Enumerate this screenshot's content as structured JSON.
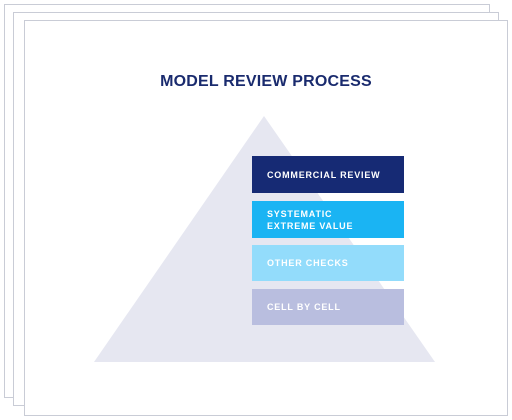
{
  "diagram": {
    "title": "MODEL REVIEW PROCESS",
    "colors": {
      "title": "#1a2b6e",
      "pyramid": "#e6e7f1",
      "sheet_border": "#c9ccd6"
    },
    "layers": [
      {
        "label": "COMMERCIAL REVIEW",
        "color": "#162a74"
      },
      {
        "label": "SYSTEMATIC\nEXTREME VALUE",
        "color": "#1ab4f3"
      },
      {
        "label": "OTHER CHECKS",
        "color": "#93dcfb"
      },
      {
        "label": "CELL BY CELL",
        "color": "#b9bedf"
      }
    ]
  }
}
